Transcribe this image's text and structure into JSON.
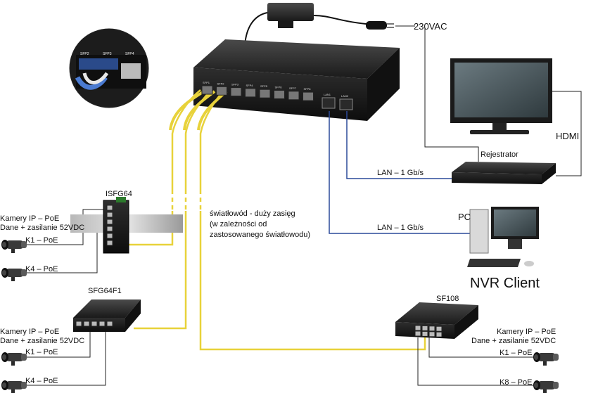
{
  "power": {
    "voltage_label": "230VAC"
  },
  "main_switch": {
    "sfp_labels": [
      "SFP1",
      "SFP2",
      "SFP3",
      "SFP4",
      "SFP5",
      "SFP6",
      "SFP7",
      "SFP8"
    ],
    "rj45_labels": [
      "LAN1",
      "LAN2"
    ]
  },
  "zoom_callout": {
    "labels": [
      "SFP2",
      "SFP3",
      "SFP4"
    ]
  },
  "recorder": {
    "label": "Rejestrator",
    "hdmi_label": "HDMI",
    "link_label": "LAN – 1 Gb/s"
  },
  "pc": {
    "label": "PC",
    "link_label": "LAN – 1 Gb/s",
    "client_label": "NVR Client"
  },
  "fiber_note": {
    "text": "światłowód - duży zasięg\n(w zależności od\nzastosowanego światłowodu)"
  },
  "isfg64": {
    "title": "ISFG64",
    "caption": "Kamery IP – PoE\nDane + zasilanie 52VDC",
    "cam_top": "K1 – PoE",
    "cam_bottom": "K4 – PoE"
  },
  "sfg64f1": {
    "title": "SFG64F1",
    "caption": "Kamery IP – PoE\nDane + zasilanie 52VDC",
    "cam_top": "K1 – PoE",
    "cam_bottom": "K4 – PoE"
  },
  "sf108": {
    "title": "SF108",
    "caption": "Kamery IP – PoE\nDane + zasilanie 52VDC",
    "cam_top": "K1 – PoE",
    "cam_bottom": "K8 – PoE"
  },
  "colors": {
    "fiber": "#e8d23a",
    "lan": "#2c4a9a",
    "wire": "#222222"
  }
}
